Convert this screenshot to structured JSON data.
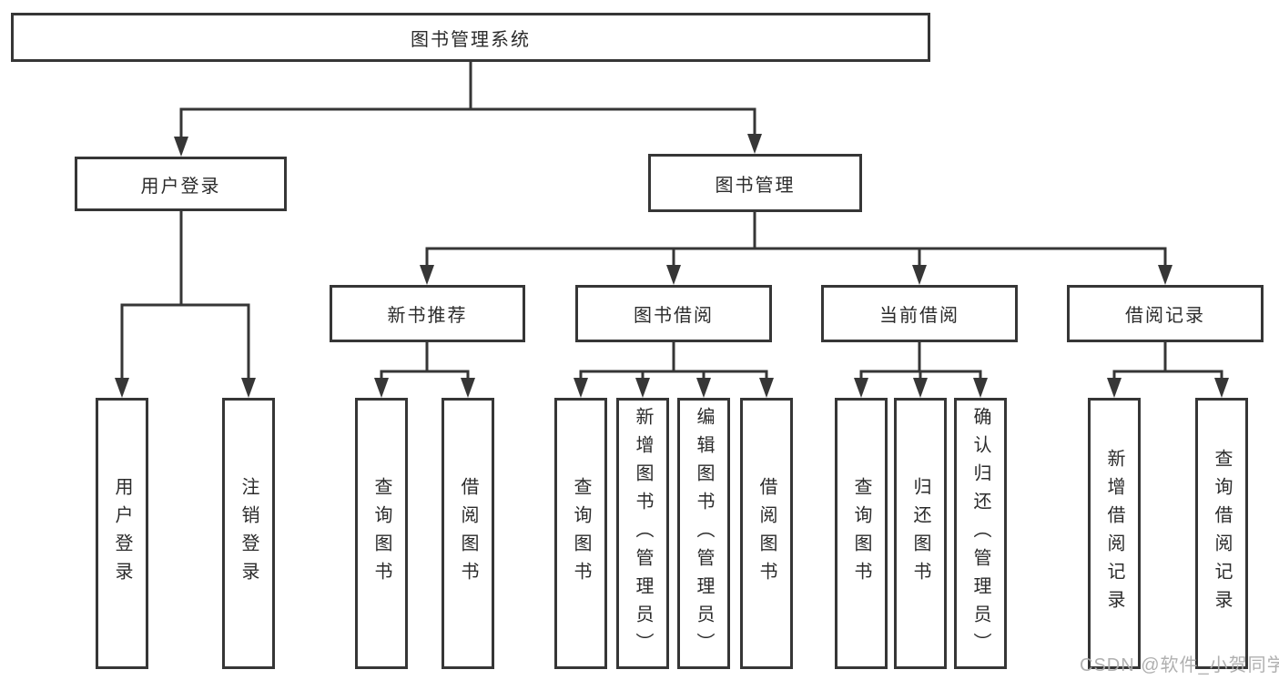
{
  "tree": {
    "root": "图书管理系统",
    "branches": [
      {
        "label": "用户登录",
        "children": [
          {
            "label": "用户登录"
          },
          {
            "label": "注销登录"
          }
        ]
      },
      {
        "label": "图书管理",
        "children": [
          {
            "label": "新书推荐",
            "children": [
              {
                "label": "查询图书"
              },
              {
                "label": "借阅图书"
              }
            ]
          },
          {
            "label": "图书借阅",
            "children": [
              {
                "label": "查询图书"
              },
              {
                "label": "新增图书（管理员）"
              },
              {
                "label": "编辑图书（管理员）"
              },
              {
                "label": "借阅图书"
              }
            ]
          },
          {
            "label": "当前借阅",
            "children": [
              {
                "label": "查询图书"
              },
              {
                "label": "归还图书"
              },
              {
                "label": "确认归还（管理员）"
              }
            ]
          },
          {
            "label": "借阅记录",
            "children": [
              {
                "label": "新增借阅记录"
              },
              {
                "label": "查询借阅记录"
              }
            ]
          }
        ]
      }
    ]
  },
  "watermark": "CSDN @软件_小贺同学",
  "colors": {
    "line": "#363636",
    "text": "#2b2b2b",
    "box_background": "#ffffff",
    "watermark_text": "#acacac"
  }
}
